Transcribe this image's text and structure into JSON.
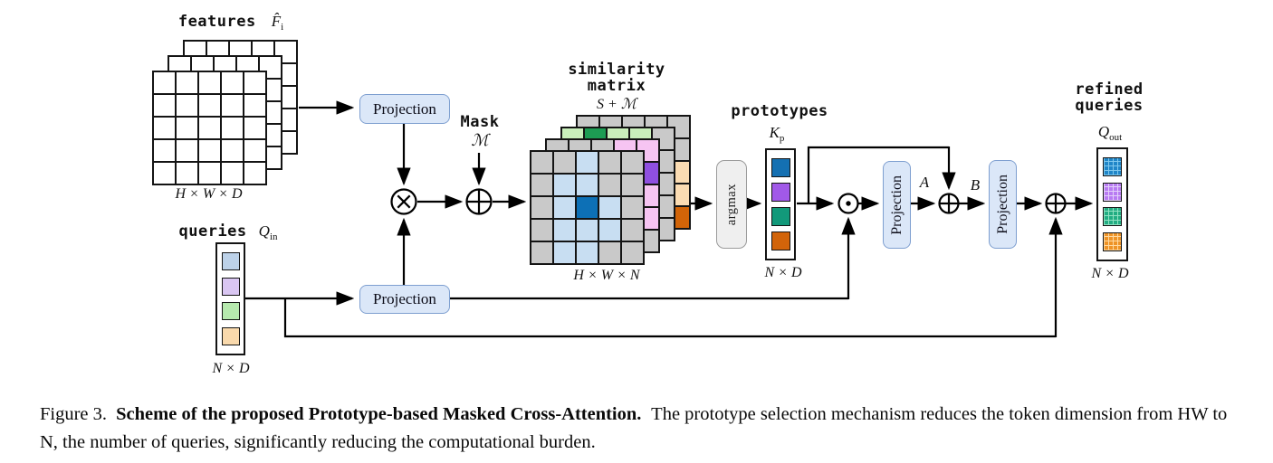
{
  "figure": {
    "features": {
      "label": "features",
      "symbol": "F̂",
      "symbol_sub": "i",
      "dims": "H × W × D",
      "rows": 5,
      "cols": 5,
      "layers": 3,
      "fill": "w"
    },
    "queries": {
      "label": "queries",
      "symbol": "Q",
      "symbol_sub": "in",
      "dims": "N × D",
      "cells": [
        "#bdd2e9",
        "#d9c6f2",
        "#b6e9ae",
        "#f9d9ac"
      ]
    },
    "projection_top": {
      "label": "Projection"
    },
    "projection_bottom": {
      "label": "Projection"
    },
    "projection_a": {
      "label": "Projection"
    },
    "projection_b": {
      "label": "Projection"
    },
    "mask": {
      "label": "Mask",
      "symbol": "ℳ"
    },
    "similarity": {
      "label1": "similarity",
      "label2": "matrix",
      "formula": "S + ℳ",
      "dims": "H × W × N",
      "palette": {
        "g": "#c9c9c9",
        "lb": "#c8def2",
        "db": "#0d70b6",
        "pk": "#f6c4f2",
        "pu": "#8f4fe0",
        "lg": "#c9efbb",
        "dg": "#1d9c53",
        "pe": "#fbdcb3",
        "or": "#d26408",
        "w": "#ffffff"
      },
      "layers_back_to_front": [
        [
          [
            "g",
            "g",
            "g",
            "g",
            "g"
          ],
          [
            "g",
            "g",
            "g",
            "g",
            "g"
          ],
          [
            "g",
            "g",
            "g",
            "g",
            "pe"
          ],
          [
            "g",
            "g",
            "g",
            "g",
            "pe"
          ],
          [
            "g",
            "g",
            "g",
            "g",
            "or"
          ]
        ],
        [
          [
            "lg",
            "dg",
            "lg",
            "lg",
            "g"
          ],
          [
            "g",
            "g",
            "g",
            "g",
            "g"
          ],
          [
            "g",
            "g",
            "g",
            "g",
            "g"
          ],
          [
            "g",
            "g",
            "g",
            "g",
            "g"
          ],
          [
            "g",
            "g",
            "g",
            "g",
            "g"
          ]
        ],
        [
          [
            "g",
            "g",
            "g",
            "pk",
            "pk"
          ],
          [
            "g",
            "g",
            "g",
            "g",
            "pu"
          ],
          [
            "g",
            "g",
            "g",
            "g",
            "pk"
          ],
          [
            "g",
            "g",
            "g",
            "g",
            "pk"
          ],
          [
            "g",
            "g",
            "g",
            "g",
            "g"
          ]
        ],
        [
          [
            "g",
            "g",
            "lb",
            "g",
            "g"
          ],
          [
            "g",
            "lb",
            "lb",
            "g",
            "g"
          ],
          [
            "g",
            "lb",
            "db",
            "lb",
            "g"
          ],
          [
            "g",
            "lb",
            "lb",
            "lb",
            "g"
          ],
          [
            "g",
            "lb",
            "lb",
            "g",
            "g"
          ]
        ]
      ]
    },
    "argmax": {
      "label": "argmax"
    },
    "prototypes": {
      "label": "prototypes",
      "symbol": "K",
      "symbol_sub": "p",
      "dims": "N × D",
      "cells": [
        "#1470b2",
        "#a159e8",
        "#12997a",
        "#d2640a"
      ]
    },
    "branch_labels": {
      "a": "A",
      "b": "B"
    },
    "refined": {
      "label1": "refined",
      "label2": "queries",
      "symbol": "Q",
      "symbol_sub": "out",
      "dims": "N × D",
      "cells": [
        {
          "base": "#1f86c8",
          "line": "#7fc8ee"
        },
        {
          "base": "#b87bf2",
          "line": "#e4d0fb"
        },
        {
          "base": "#21ad82",
          "line": "#90e2c2"
        },
        {
          "base": "#ee9326",
          "line": "#ffd9a0"
        }
      ]
    },
    "operators": {
      "matmul": "⊗",
      "add": "⊕",
      "hadamard": "⊙"
    }
  },
  "caption": {
    "figure_label": "Figure 3.",
    "bold_text": "Scheme of the proposed Prototype-based Masked Cross-Attention.",
    "body_text": "The prototype selection mechanism reduces the token dimension from HW to N, the number of queries, significantly reducing the computational burden."
  }
}
